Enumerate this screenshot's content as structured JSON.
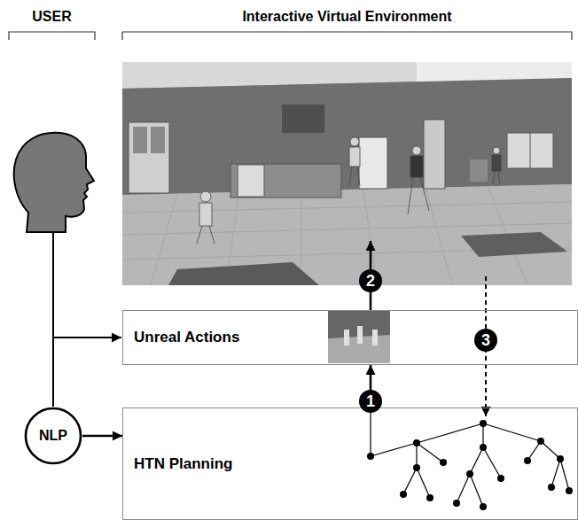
{
  "diagram": {
    "nodes": [
      {
        "text": [
          "Unreal Actions"
        ]
      },
      {
        "text": [
          "NLP"
        ]
      },
      {
        "text": [
          "HTN Planning"
        ]
      }
    ],
    "edges": [
      {
        "from": 1,
        "to": 2,
        "arrow": "to"
      },
      {
        "from": 2,
        "to": 0,
        "arrow": "to",
        "label": "1"
      }
    ],
    "labels": [
      "USER",
      "Interactive Virtual Environment",
      "2",
      "3"
    ]
  }
}
